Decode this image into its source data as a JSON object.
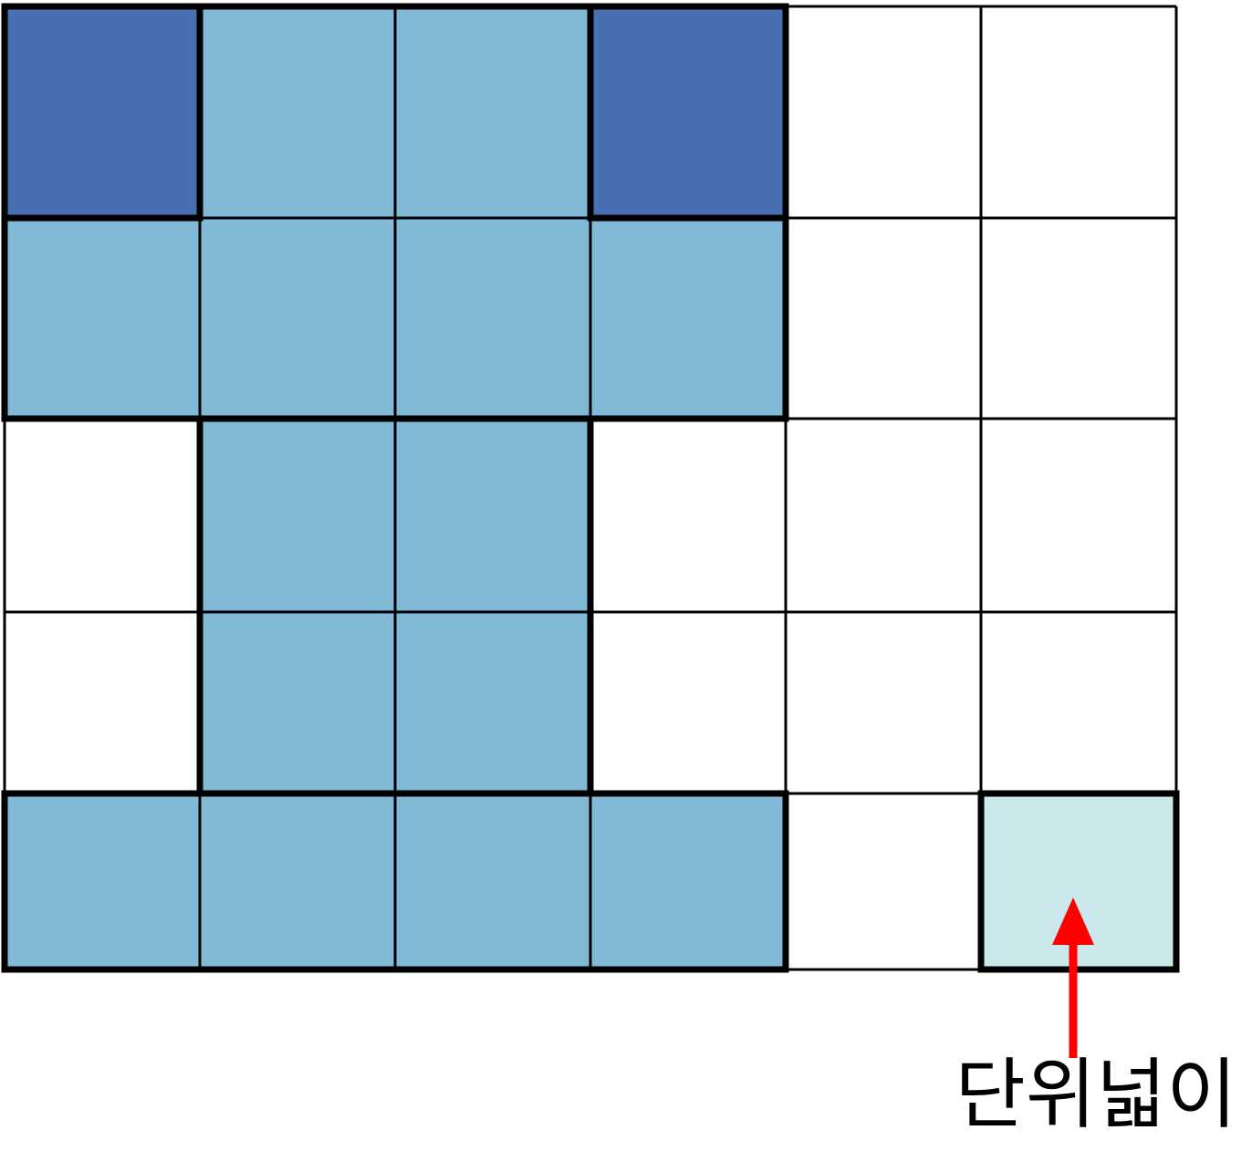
{
  "grid": {
    "rows": 5,
    "cols": 6,
    "colors": {
      "dark": "#476fb2",
      "light": "#82b9d7",
      "unit": "#cbe9ec",
      "empty": "#ffffff",
      "line": "#000000",
      "arrow": "#ff0000"
    },
    "cells": [
      [
        "dark",
        "light",
        "light",
        "dark",
        "empty",
        "empty"
      ],
      [
        "light",
        "light",
        "light",
        "light",
        "empty",
        "empty"
      ],
      [
        "empty",
        "light",
        "light",
        "empty",
        "empty",
        "empty"
      ],
      [
        "empty",
        "light",
        "light",
        "empty",
        "empty",
        "empty"
      ],
      [
        "light",
        "light",
        "light",
        "light",
        "empty",
        "unit"
      ]
    ]
  },
  "annotation": {
    "label": "단위넓이"
  }
}
